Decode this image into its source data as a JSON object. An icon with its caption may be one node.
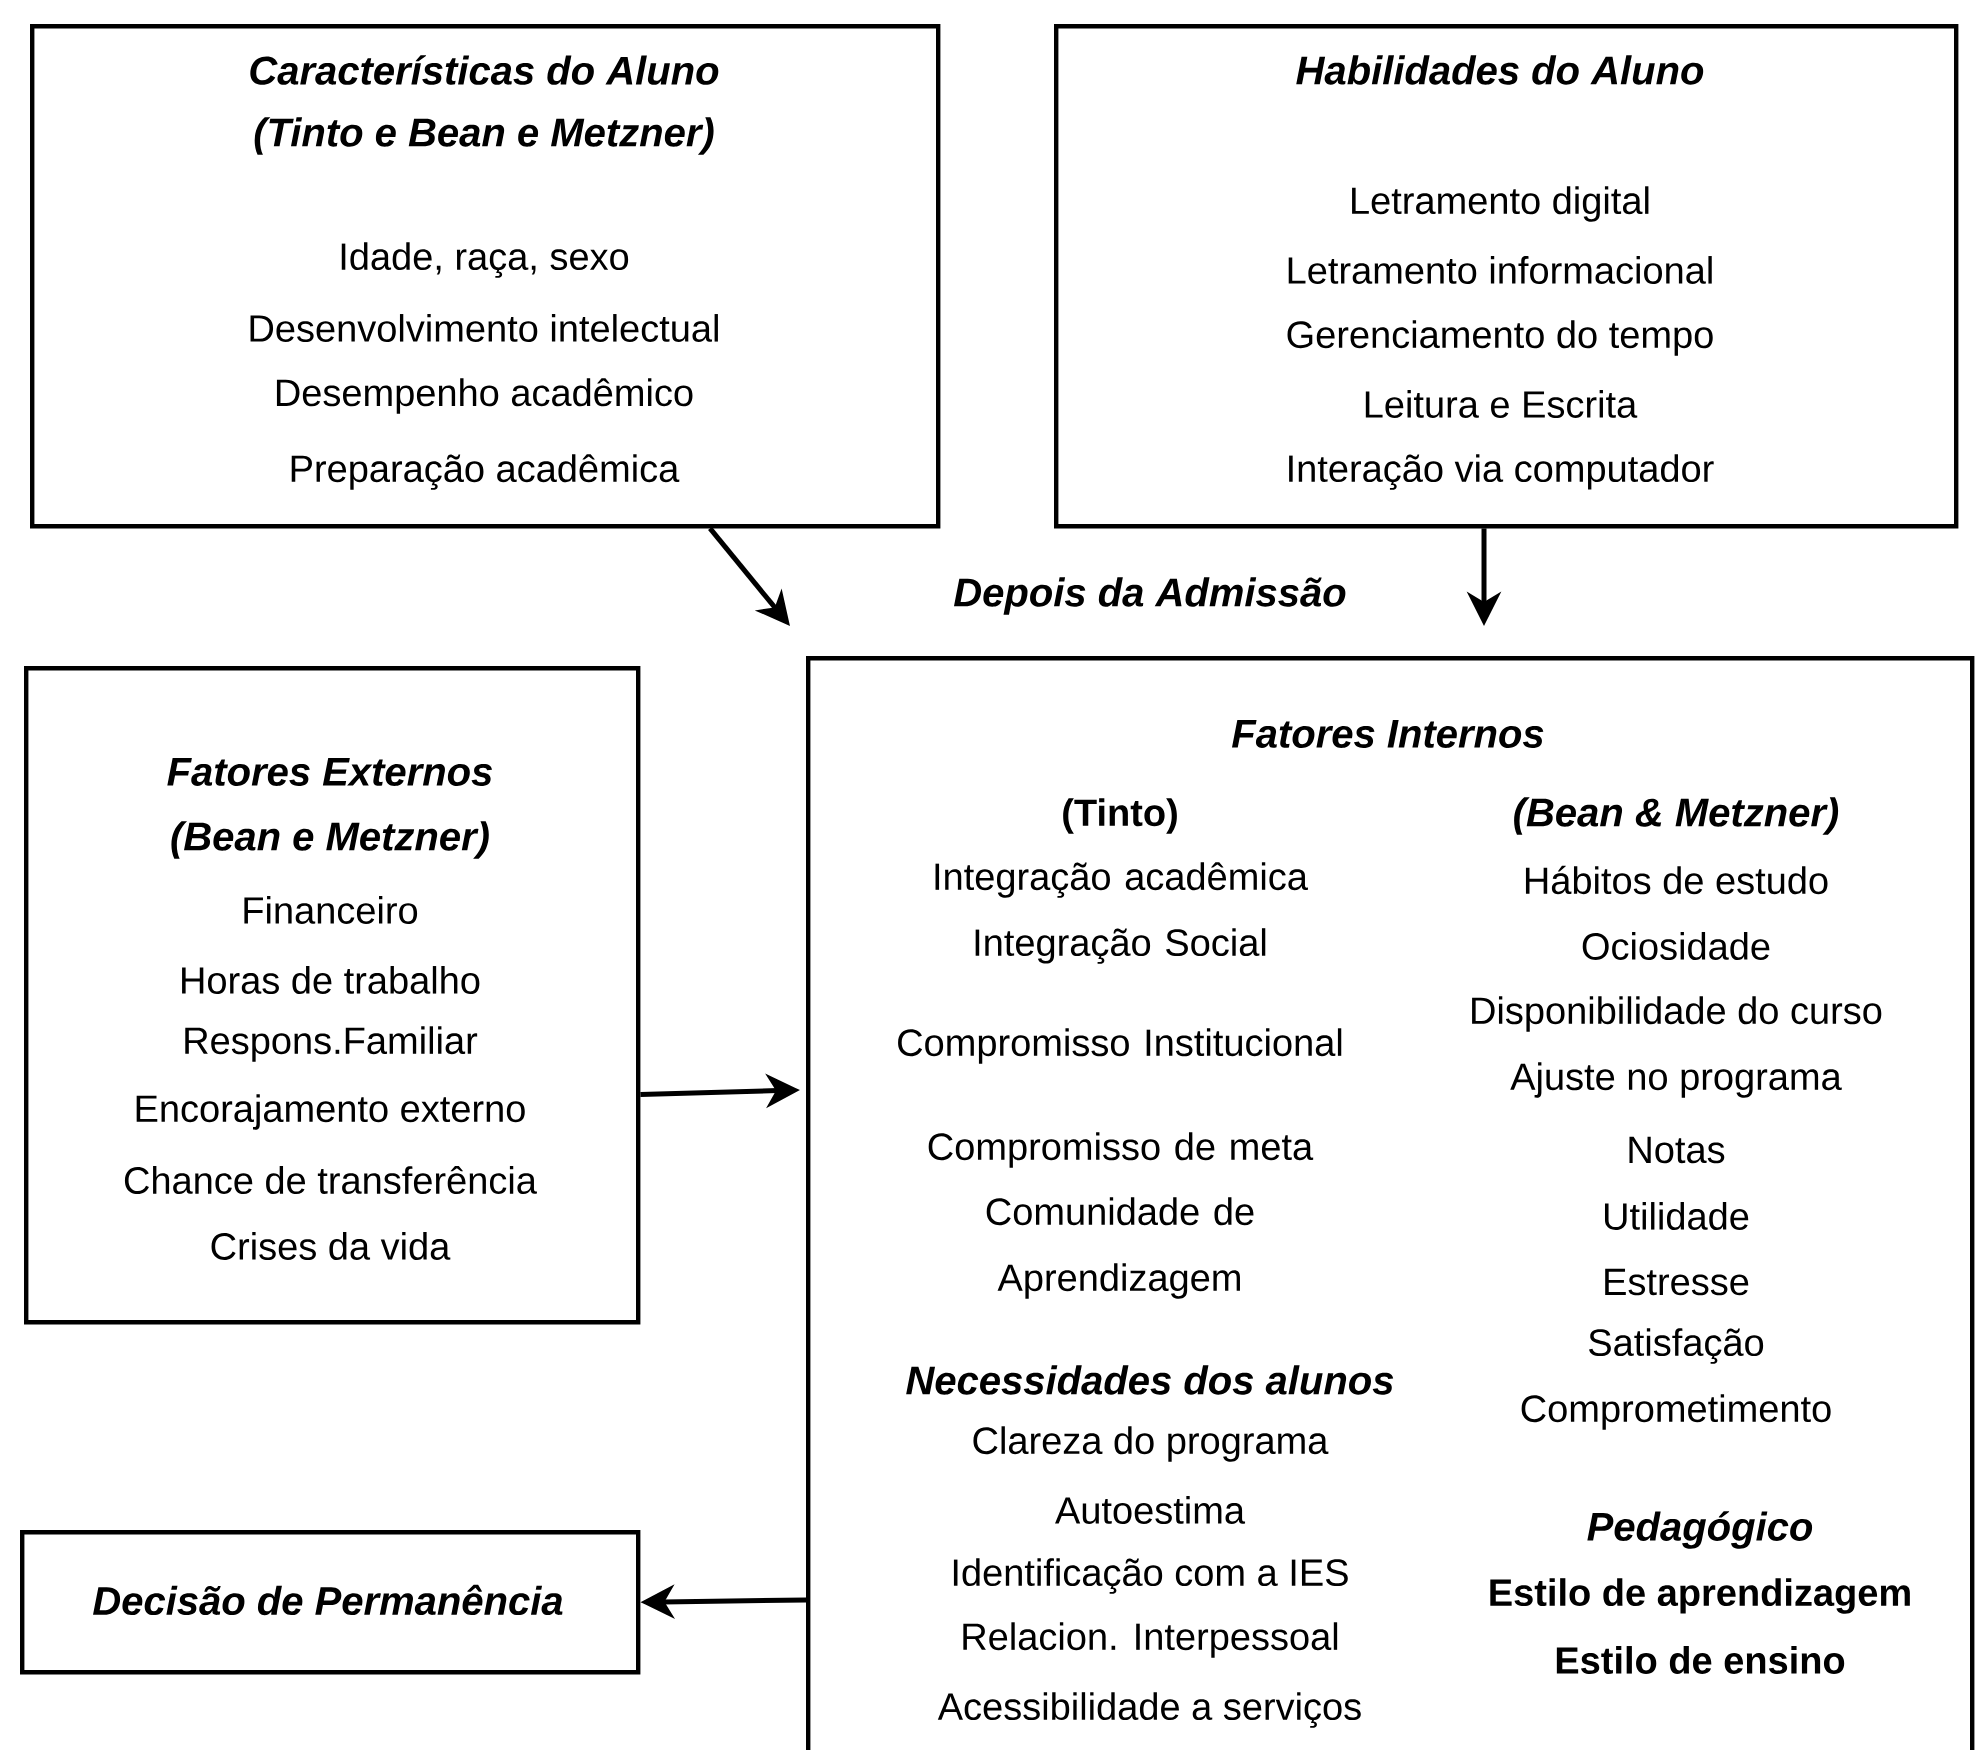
{
  "diagram": {
    "nodes": [
      {
        "text": [
          "Características do Aluno",
          "(Tinto e Bean e Metzner)",
          "Idade, raça, sexo",
          "Desenvolvimento intelectual",
          "Desempenho acadêmico",
          "Preparação acadêmica"
        ]
      },
      {
        "text": [
          "Habilidades do Aluno",
          "Letramento digital",
          "Letramento informacional",
          "Gerenciamento do tempo",
          "Leitura e Escrita",
          "Interação via computador"
        ]
      },
      {
        "text": [
          "Fatores Externos",
          "(Bean e Metzner)",
          "Financeiro",
          "Horas de trabalho",
          "Respons.Familiar",
          "Encorajamento externo",
          "Chance de transferência",
          "Crises da vida"
        ]
      },
      {
        "text": [
          "Fatores Internos",
          "(Tinto)",
          "Integração acadêmica",
          "Integração Social",
          "Compromisso Institucional",
          "Compromisso de meta",
          "Comunidade de Aprendizagem",
          "Necessidades dos alunos",
          "Clareza do programa",
          "Autoestima",
          "Identificação com a IES",
          "Relacion. Interpessoal",
          "Acessibilidade a serviços",
          "(Bean & Metzner)",
          "Hábitos de estudo",
          "Ociosidade",
          "Disponibilidade do curso",
          "Ajuste no programa",
          "Notas",
          "Utilidade",
          "Estresse",
          "Satisfação",
          "Comprometimento",
          "Pedagógico",
          "Estilo de aprendizagem",
          "Estilo de ensino"
        ]
      },
      {
        "text": [
          "Decisão de Permanência"
        ]
      }
    ],
    "edges": [
      {
        "from": 0,
        "to": 3,
        "arrow": "to"
      },
      {
        "from": 1,
        "to": 3,
        "arrow": "to"
      },
      {
        "from": 2,
        "to": 3,
        "arrow": "to"
      },
      {
        "from": 3,
        "to": 4,
        "arrow": "to"
      }
    ],
    "labels": [
      "Depois da Admissão"
    ]
  }
}
